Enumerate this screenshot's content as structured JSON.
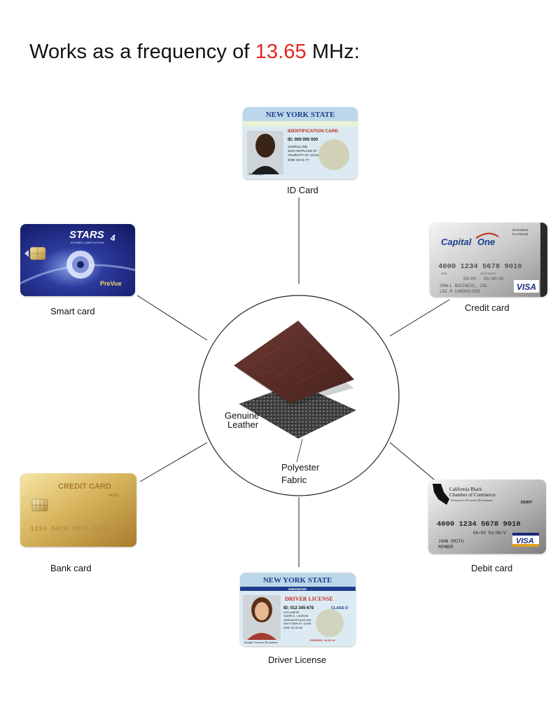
{
  "heading": {
    "prefix": "Works as a frequency of ",
    "highlight": "13.65",
    "suffix": " MHz:"
  },
  "accent_color": "#e5251f",
  "center": {
    "material_top": "Genuine",
    "material_top_2": "Leather",
    "material_bottom": "Polyester",
    "material_bottom_2": "Fabric"
  },
  "cards": {
    "id_card": {
      "label": "ID Card",
      "state": "NEW YORK STATE",
      "type": "IDENTIFICATION CARD",
      "id_line": "ID: 000 000 000",
      "name": "SAMPLE,JOE",
      "address_1": "1010 ANYPLACE ST",
      "address_2": "YOURCITY NY 12121",
      "dob": "DOB: 03-31-77",
      "signature": "Joe Sample"
    },
    "smart_card": {
      "label": "Smart card",
      "brand": "STARS",
      "brand_suffix": "4",
      "subtitle": "EXCIMER LASER SYSTEM",
      "product": "PreVue"
    },
    "credit_card": {
      "label": "Credit card",
      "issuer_1": "Capital",
      "issuer_2": "One",
      "tier_1": "BUSINESS",
      "tier_2": "PLATINUM",
      "number": "4000 1234 5678 9010",
      "number_short": "4000",
      "valid": "VALID DATES",
      "dates": "00/00 - 00/00/00",
      "holder_1": "SMALL BUSINESS, INC.",
      "holder_2": "LEE M CARDHOLDER",
      "network": "VISA"
    },
    "bank_card": {
      "label": "Bank card",
      "title": "CREDIT CARD",
      "tier": "GOLD",
      "number": "1234 5678 9876 5432"
    },
    "debit_card": {
      "label": "Debit card",
      "org_1": "California Black",
      "org_2": "Chamber of Commerce",
      "tagline": "Dedicated to Economic Development",
      "type": "DEBIT",
      "number": "4000 1234 5678 9010",
      "dates": "00/00 01/08/V",
      "holder_1": "JOHN SMITH",
      "holder_2": "MEMBER",
      "network": "VISA"
    },
    "driver_license": {
      "label": "Driver License",
      "state": "NEW YORK STATE",
      "enhanced": "ENHANCED",
      "type": "DRIVER LICENSE",
      "id_line": "ID: 012 345 678",
      "class": "CLASS D",
      "doc": "DOCUMENT",
      "name": "SAMPLE, LICENSE",
      "address_1": "2345 ANYPLACE AVE",
      "address_2": "ANYTOWN NY 12345",
      "dob": "DOB: 09-09-85",
      "expires": "EXPIRES: 10-01-16",
      "signature": "Sample License Document"
    }
  }
}
